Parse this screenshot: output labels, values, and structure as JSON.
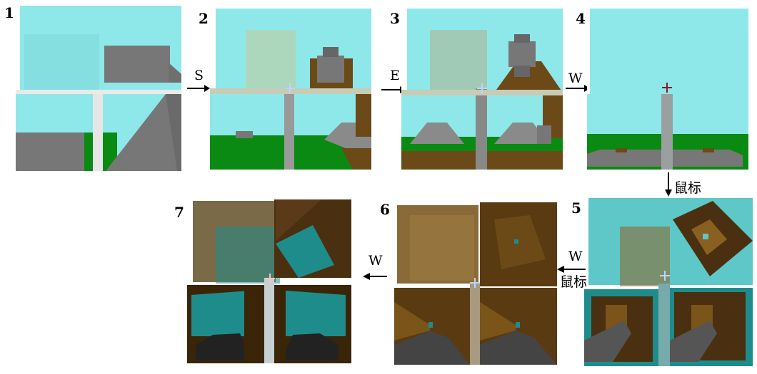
{
  "steps": [
    {
      "number": "1"
    },
    {
      "number": "2"
    },
    {
      "number": "3"
    },
    {
      "number": "4"
    },
    {
      "number": "5"
    },
    {
      "number": "6"
    },
    {
      "number": "7"
    }
  ],
  "transitions": {
    "s_key": "S",
    "e_key": "E",
    "w_key_1": "W",
    "mouse_1": "鼠标",
    "w_key_2": "W",
    "mouse_2": "鼠标",
    "w_key_3": "W"
  },
  "colors": {
    "sky": "#8ee8ea",
    "grass": "#0a8a12",
    "wall": "#7a7a7a",
    "dirt": "#6b4a18",
    "wood": "#5a3a10",
    "teal": "#1f8c8c",
    "crosshair_blue": "#bfd4ff",
    "crosshair_red": "#8a1a1a"
  }
}
